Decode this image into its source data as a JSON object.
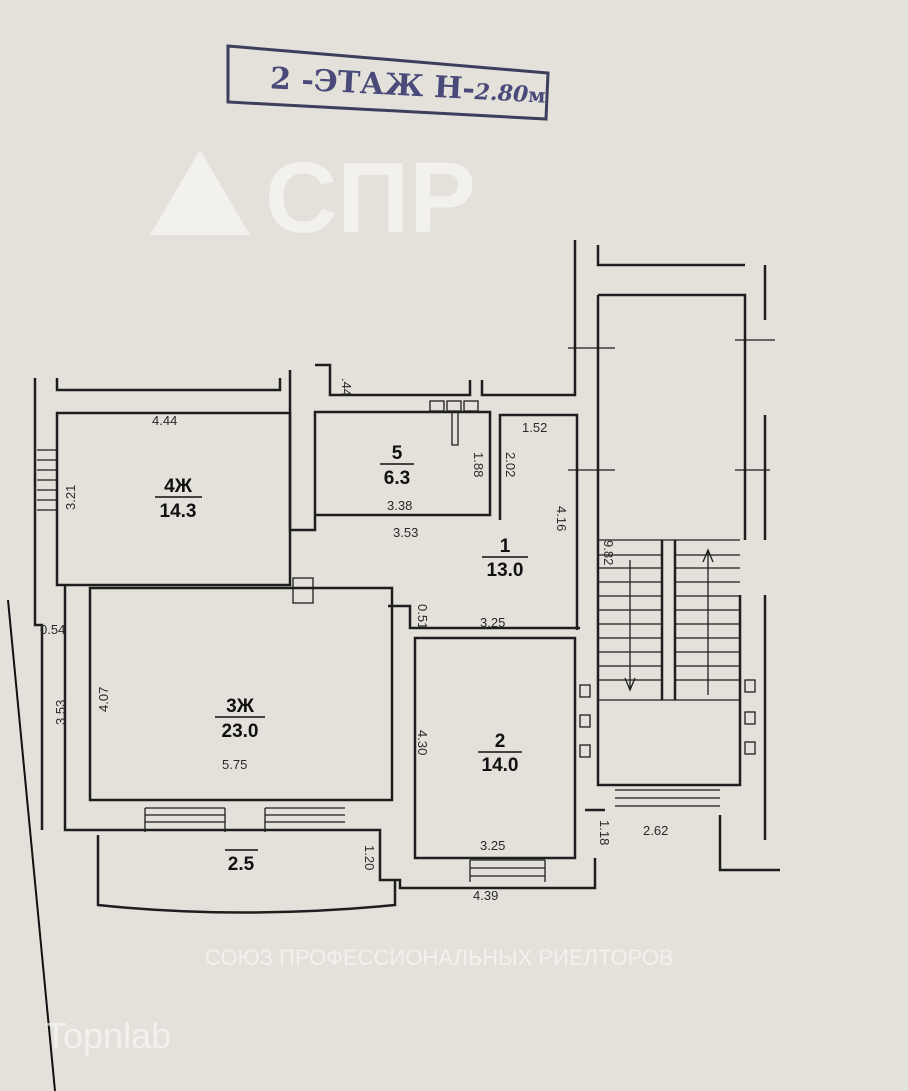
{
  "title": {
    "floor": "2",
    "label": "-ЭТАЖ Н-",
    "height": "2.80",
    "unit": "м"
  },
  "rooms": [
    {
      "id": "4Ж",
      "area": "14.3"
    },
    {
      "id": "5",
      "area": "6.3"
    },
    {
      "id": "1",
      "area": "13.0"
    },
    {
      "id": "3Ж",
      "area": "23.0"
    },
    {
      "id": "2",
      "area": "14.0"
    },
    {
      "id": "",
      "area": "2.5"
    }
  ],
  "dimensions": {
    "d444": "4.44",
    "d321": "3.21",
    "d44": ".44",
    "d338": "3.38",
    "d188": "1.88",
    "d202": "2.02",
    "d152": "1.52",
    "d353a": "3.53",
    "d416": "4.16",
    "d982": "9.82",
    "d054": "0.54",
    "d353b": "3.53",
    "d407": "4.07",
    "d575": "5.75",
    "d051": "0.51",
    "d325a": "3.25",
    "d430": "4.30",
    "d325b": "3.25",
    "d120": "1.20",
    "d439": "4.39",
    "d118": "1.18",
    "d262": "2.62"
  },
  "watermarks": {
    "logo": "СПР",
    "org": "СОЮЗ ПРОФЕССИОНАЛЬНЫХ РИЕЛТОРОВ",
    "brand": "Topnlab"
  }
}
